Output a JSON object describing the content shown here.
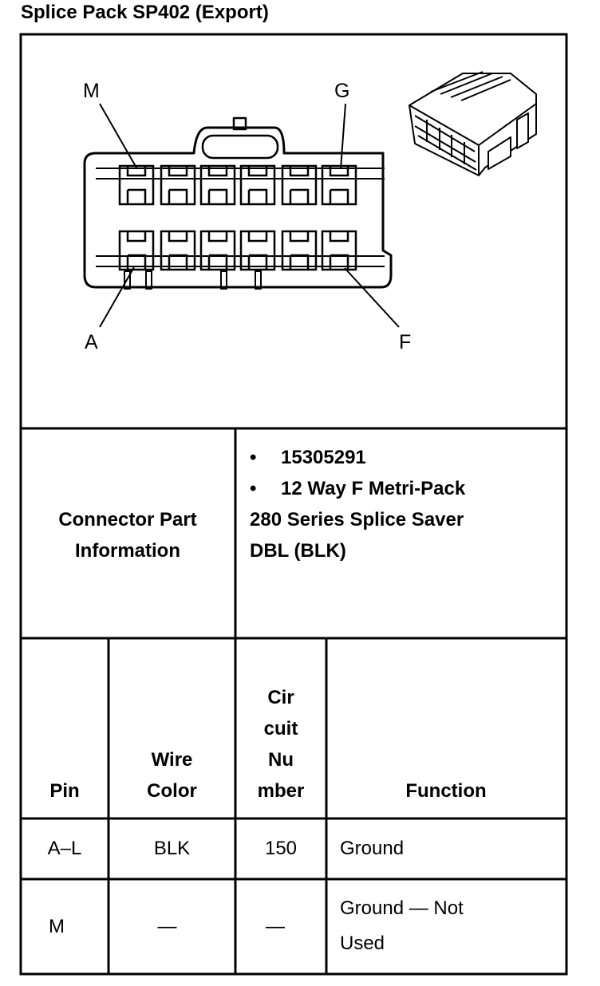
{
  "title": "Splice Pack SP402 (Export)",
  "diagram": {
    "labels": {
      "m": "M",
      "g": "G",
      "a": "A",
      "f": "F"
    }
  },
  "connector_info": {
    "label_line1": "Connector Part",
    "label_line2": "Information",
    "bullets": [
      "15305291",
      "12 Way F Metri-Pack"
    ],
    "bullet_symbol": "•",
    "description_lines": [
      "280 Series Splice Saver",
      "DBL (BLK)"
    ]
  },
  "table": {
    "headers": {
      "pin": "Pin",
      "wire_color": [
        "Wire",
        "Color"
      ],
      "circuit_number": [
        "Cir",
        "cuit",
        "Nu",
        "mber"
      ],
      "function": "Function"
    },
    "rows": [
      {
        "pin": "A–L",
        "wire_color": "BLK",
        "circuit": "150",
        "function": [
          "Ground"
        ]
      },
      {
        "pin": "M",
        "wire_color": "—",
        "circuit": "—",
        "function": [
          "Ground — Not",
          "Used"
        ]
      }
    ]
  }
}
